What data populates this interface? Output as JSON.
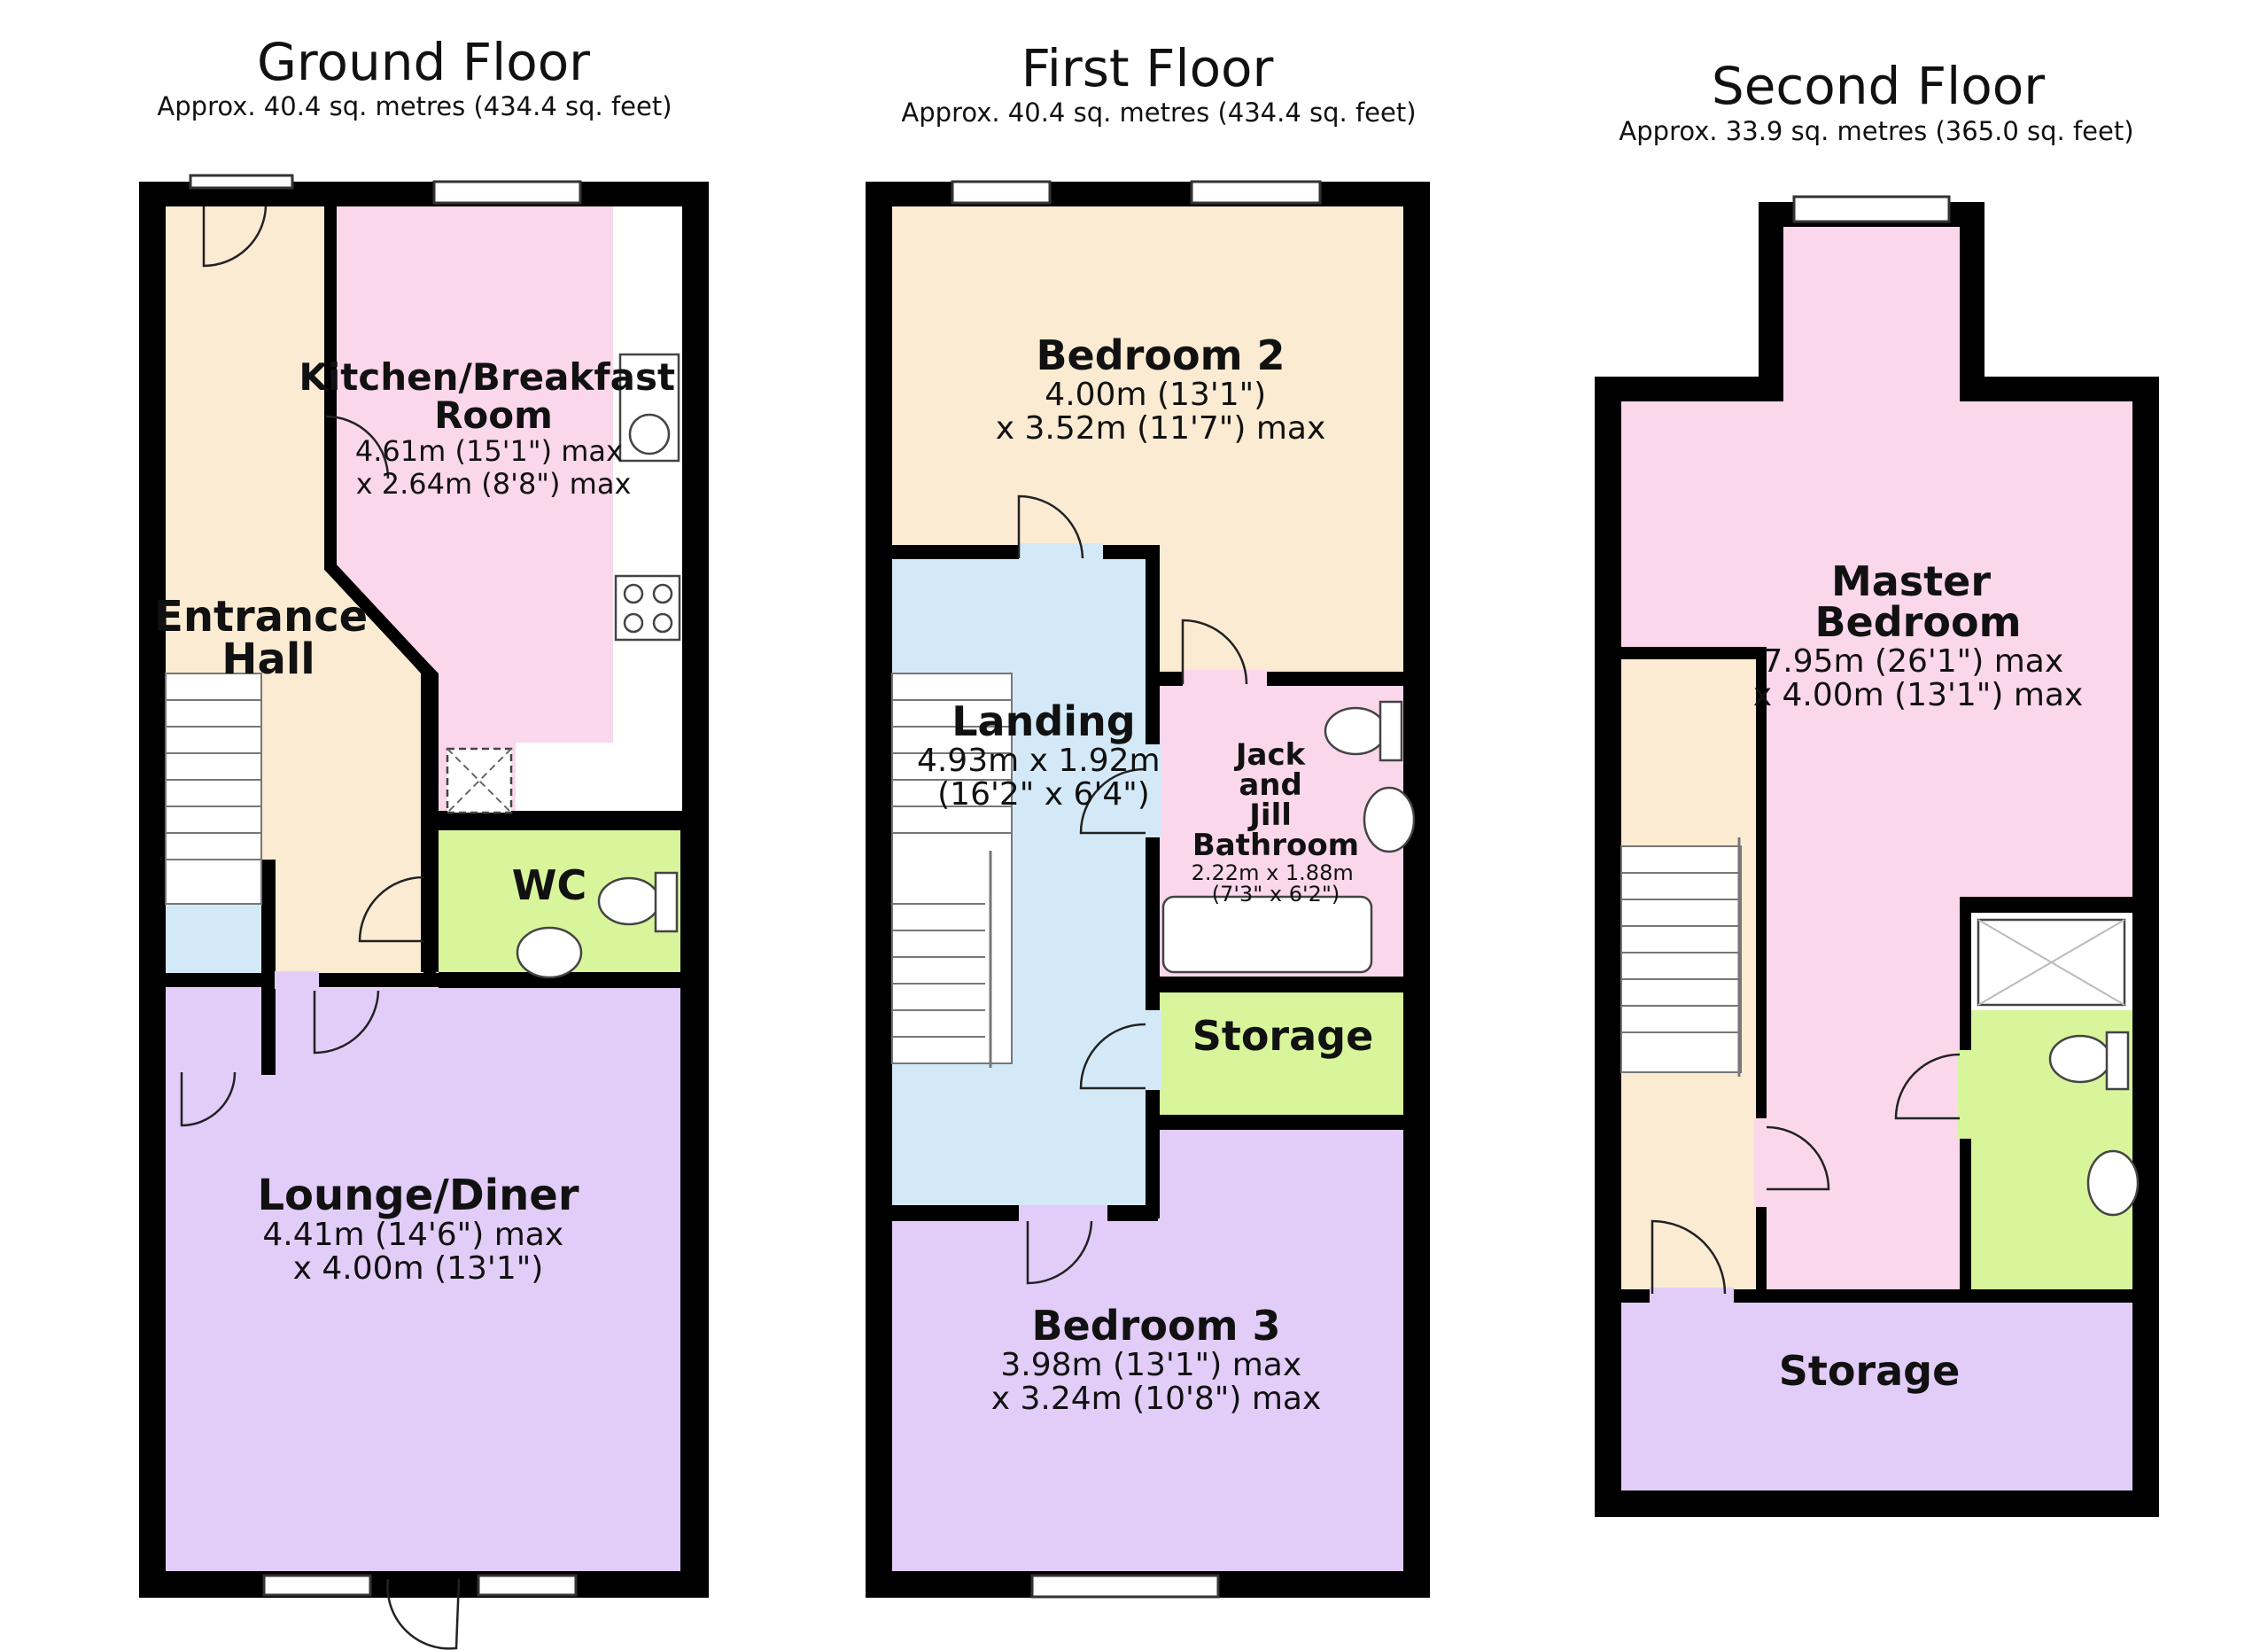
{
  "floors": [
    {
      "title": "Ground Floor",
      "area": "Approx. 40.4 sq. metres (434.4 sq. feet)",
      "rooms": [
        {
          "name_lines": [
            "Kitchen/Breakfast",
            "Room"
          ],
          "dim_lines": [
            "4.61m (15'1\") max",
            "x 2.64m (8'8\") max"
          ]
        },
        {
          "name_lines": [
            "Entrance",
            "Hall"
          ],
          "dim_lines": []
        },
        {
          "name_lines": [
            "WC"
          ],
          "dim_lines": []
        },
        {
          "name_lines": [
            "Lounge/Diner"
          ],
          "dim_lines": [
            "4.41m (14'6\") max",
            "x 4.00m (13'1\")"
          ]
        }
      ]
    },
    {
      "title": "First Floor",
      "area": "Approx. 40.4 sq. metres (434.4 sq. feet)",
      "rooms": [
        {
          "name_lines": [
            "Bedroom 2"
          ],
          "dim_lines": [
            "4.00m (13'1\")",
            "x 3.52m (11'7\") max"
          ]
        },
        {
          "name_lines": [
            "Landing"
          ],
          "dim_lines": [
            "4.93m x 1.92m",
            "(16'2\" x 6'4\")"
          ]
        },
        {
          "name_lines": [
            "Jack",
            "and",
            "Jill",
            "Bathroom"
          ],
          "dim_lines": [
            "2.22m x 1.88m",
            "(7'3\" x 6'2\")"
          ]
        },
        {
          "name_lines": [
            "Storage"
          ],
          "dim_lines": []
        },
        {
          "name_lines": [
            "Bedroom 3"
          ],
          "dim_lines": [
            "3.98m (13'1\") max",
            "x 3.24m (10'8\") max"
          ]
        }
      ]
    },
    {
      "title": "Second Floor",
      "area": "Approx. 33.9 sq. metres (365.0 sq. feet)",
      "rooms": [
        {
          "name_lines": [
            "Master",
            "Bedroom"
          ],
          "dim_lines": [
            "7.95m (26'1\") max",
            "x 4.00m (13'1\") max"
          ]
        },
        {
          "name_lines": [
            "Storage"
          ],
          "dim_lines": []
        }
      ]
    }
  ],
  "colors": {
    "hall": "#faebd2",
    "kitchen": "#fbd7ec",
    "wc": "#d8f59b",
    "lounge": "#e2cdf8",
    "landing": "#d4e9f8",
    "bedroom2": "#faebd2",
    "bathroom": "#fbd7ec",
    "storage_first": "#d8f59b",
    "bedroom3": "#e2cdf8",
    "master": "#fbd7ec",
    "storage_second": "#e2cdf8",
    "stair_hall": "#faebd2",
    "ensuite": "#d8f59b",
    "wall": "#000000"
  }
}
